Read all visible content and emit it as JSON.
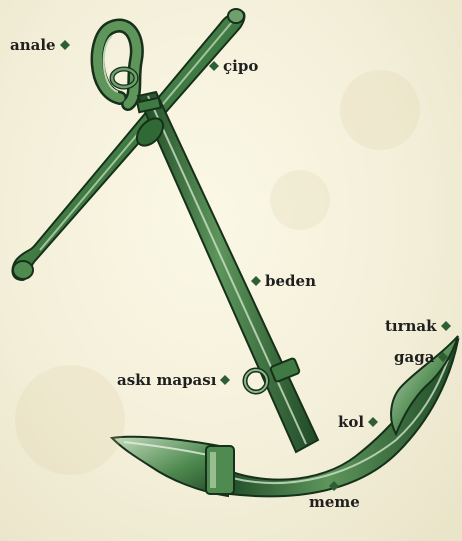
{
  "labels": {
    "anale": "anale",
    "cipo": "çipo",
    "beden": "beden",
    "aski_mapasi": "askı mapası",
    "tirnak": "tırnak",
    "gaga": "gaga",
    "kol": "kol",
    "meme": "meme"
  },
  "colors": {
    "anchor_dark": "#1f4a26",
    "anchor_mid": "#3f7a42",
    "anchor_light": "#a9c9a0",
    "outline": "#16301a",
    "arrow": "#2e5e33"
  },
  "icons": {
    "pointer": "diamond-arrow-icon"
  }
}
